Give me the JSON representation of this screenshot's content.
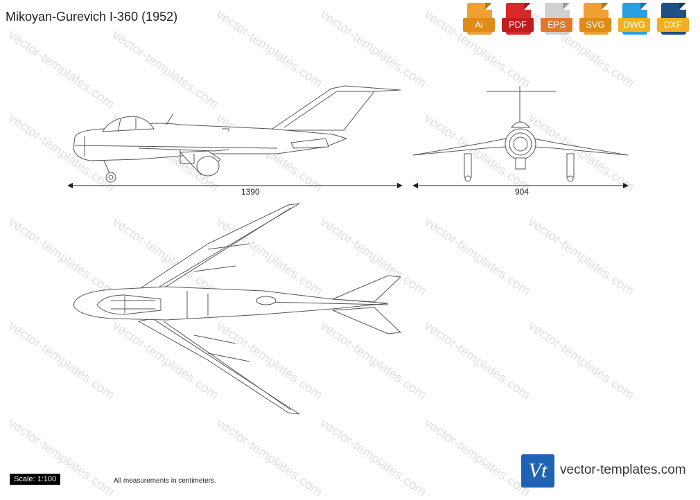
{
  "title": "Mikoyan-Gurevich I-360 (1952)",
  "formats": [
    {
      "label": "Ai",
      "color": "#f0a030"
    },
    {
      "label": "PDF",
      "color": "#d8282a"
    },
    {
      "label": "EPS",
      "color": "#c8c8c8"
    },
    {
      "label": "SVG",
      "color": "#f09a20"
    },
    {
      "label": "DWG",
      "color": "#2aa0e0"
    },
    {
      "label": "DXF",
      "color": "#1e4f86"
    }
  ],
  "dimensions": {
    "length": "1390",
    "span": "904"
  },
  "scale": "Scale: 1:100",
  "note": "All measurements in centimeters.",
  "watermark": "vector-templates.com",
  "logo_text": "Vt",
  "brand": "vector-templates.com"
}
